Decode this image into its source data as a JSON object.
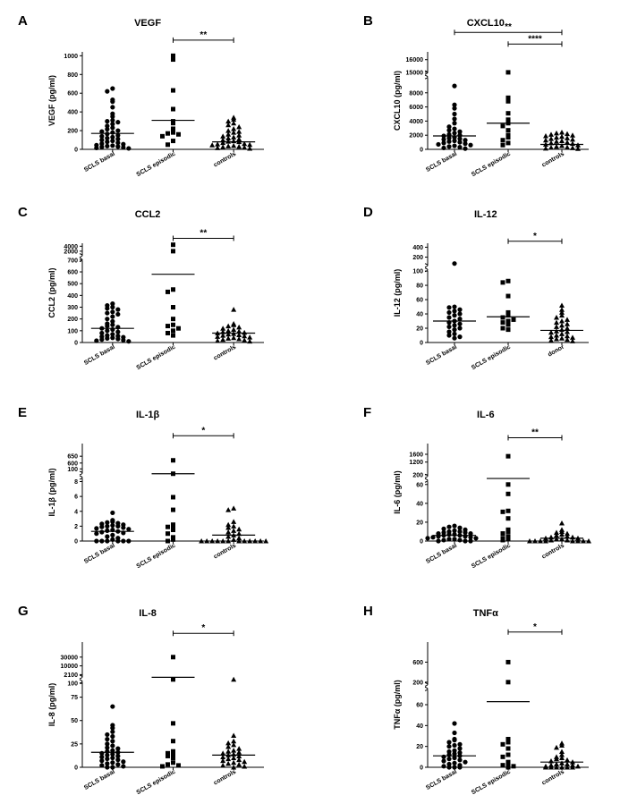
{
  "chart_data": [
    {
      "type": "scatter",
      "letter": "A",
      "title": "VEGF",
      "ylabel": "VEGF (pg/ml)",
      "categories": [
        "SCLS basal",
        "SCLS episodic",
        "controls"
      ],
      "ylim": [
        0,
        1000
      ],
      "yticks": [
        "0",
        "200",
        "400",
        "600",
        "800",
        "1000"
      ],
      "markers": [
        "circle",
        "square",
        "triangle"
      ],
      "means": [
        170,
        310,
        80
      ],
      "points": [
        [
          650,
          620,
          530,
          510,
          450,
          380,
          350,
          310,
          300,
          290,
          270,
          250,
          230,
          215,
          200,
          190,
          180,
          165,
          150,
          140,
          130,
          120,
          110,
          100,
          90,
          80,
          70,
          60,
          55,
          45,
          40,
          35,
          30,
          25,
          20,
          15,
          10
        ],
        [
          1000,
          960,
          630,
          430,
          300,
          280,
          220,
          180,
          170,
          160,
          140,
          90,
          50
        ],
        [
          340,
          320,
          300,
          280,
          260,
          240,
          220,
          200,
          190,
          180,
          160,
          150,
          140,
          130,
          120,
          110,
          100,
          90,
          85,
          80,
          70,
          60,
          55,
          50,
          45,
          40,
          35,
          30,
          25,
          20,
          15,
          10
        ]
      ],
      "significance": [
        {
          "from": 1,
          "to": 2,
          "label": "**"
        }
      ]
    },
    {
      "type": "scatter",
      "letter": "B",
      "title": "CXCL10",
      "ylabel": "CXCL10 (pg/ml)",
      "categories": [
        "SCLS basal",
        "SCLS episodic",
        "controls"
      ],
      "ylim": [
        0,
        16000
      ],
      "yticks": [
        "0",
        "2000",
        "4000",
        "6000",
        "8000",
        "15000",
        "16000"
      ],
      "markers": [
        "circle",
        "square",
        "triangle"
      ],
      "means": [
        1900,
        3700,
        700
      ],
      "points": [
        [
          8500,
          6300,
          5800,
          5000,
          4300,
          3700,
          3200,
          2900,
          2700,
          2500,
          2300,
          2100,
          2000,
          1900,
          1700,
          1600,
          1500,
          1400,
          1300,
          1200,
          1100,
          1000,
          900,
          800,
          700,
          600,
          500,
          400,
          300,
          200,
          100
        ],
        [
          15000,
          7300,
          6800,
          5100,
          4200,
          3700,
          3300,
          2700,
          2000,
          1700,
          1300,
          900,
          600
        ],
        [
          2400,
          2300,
          2200,
          2100,
          2000,
          1900,
          1800,
          1700,
          1600,
          1500,
          1400,
          1300,
          1200,
          1100,
          1000,
          900,
          800,
          700,
          600,
          500,
          400,
          300,
          250,
          200,
          150,
          100
        ]
      ],
      "significance": [
        {
          "from": 0,
          "to": 2,
          "label": "**"
        },
        {
          "from": 1,
          "to": 2,
          "label": "****"
        }
      ]
    },
    {
      "type": "scatter",
      "letter": "C",
      "title": "CCL2",
      "ylabel": "CCL2 (pg/ml)",
      "categories": [
        "SCLS basal",
        "SCLS episodic",
        "controls"
      ],
      "ylim": [
        0,
        4000
      ],
      "yticks": [
        "0",
        "100",
        "200",
        "300",
        "400",
        "500",
        "600",
        "700",
        "2000",
        "4000"
      ],
      "markers": [
        "circle",
        "square",
        "triangle"
      ],
      "means": [
        120,
        580,
        80
      ],
      "points": [
        [
          330,
          315,
          300,
          290,
          280,
          260,
          250,
          240,
          220,
          200,
          180,
          160,
          150,
          140,
          130,
          120,
          110,
          100,
          90,
          80,
          70,
          60,
          55,
          50,
          45,
          40,
          35,
          30,
          25,
          20,
          15,
          10
        ],
        [
          4500,
          2000,
          450,
          430,
          300,
          200,
          150,
          140,
          120,
          100,
          80,
          60
        ],
        [
          280,
          160,
          150,
          140,
          130,
          120,
          110,
          100,
          95,
          90,
          85,
          80,
          75,
          70,
          65,
          60,
          55,
          50,
          45,
          40,
          35,
          30,
          25,
          20,
          15,
          10
        ]
      ],
      "significance": [
        {
          "from": 1,
          "to": 2,
          "label": "**"
        }
      ]
    },
    {
      "type": "scatter",
      "letter": "D",
      "title": "IL-12",
      "ylabel": "IL-12 (pg/ml)",
      "categories": [
        "SCLS basal",
        "SCLS episodic",
        "donor"
      ],
      "ylim": [
        0,
        400
      ],
      "yticks": [
        "0",
        "20",
        "40",
        "60",
        "80",
        "100",
        "200",
        "400"
      ],
      "markers": [
        "circle",
        "square",
        "triangle"
      ],
      "means": [
        30,
        36,
        17
      ],
      "points": [
        [
          150,
          50,
          49,
          46,
          44,
          42,
          40,
          38,
          35,
          33,
          30,
          28,
          26,
          24,
          22,
          20,
          18,
          15,
          12,
          10,
          8,
          6
        ],
        [
          86,
          84,
          65,
          42,
          38,
          35,
          32,
          30,
          28,
          25,
          20,
          18
        ],
        [
          52,
          46,
          42,
          38,
          35,
          32,
          30,
          28,
          26,
          24,
          22,
          20,
          18,
          16,
          15,
          14,
          12,
          10,
          9,
          8,
          7,
          6,
          5,
          4,
          3,
          2
        ]
      ],
      "significance": [
        {
          "from": 1,
          "to": 2,
          "label": "*"
        }
      ]
    },
    {
      "type": "scatter",
      "letter": "E",
      "title": "IL-1β",
      "ylabel": "IL-1β (pg/ml)",
      "categories": [
        "SCLS basal",
        "SCLS episodic",
        "controls"
      ],
      "ylim": [
        0,
        650
      ],
      "yticks": [
        "0",
        "2",
        "4",
        "6",
        "8",
        "100",
        "600",
        "650"
      ],
      "markers": [
        "circle",
        "square",
        "triangle"
      ],
      "means": [
        1.3,
        9.5,
        0.8
      ],
      "points": [
        [
          3.8,
          2.8,
          2.6,
          2.5,
          2.4,
          2.3,
          2.2,
          2.1,
          2.0,
          2.0,
          1.9,
          1.8,
          1.7,
          1.6,
          1.5,
          1.4,
          1.3,
          1.2,
          1.1,
          1.0,
          0.8,
          0.6,
          0.4,
          0.2,
          0,
          0,
          0,
          0,
          0,
          0
        ],
        [
          620,
          10,
          5.9,
          4.2,
          2.2,
          2.0,
          1.9,
          1.5,
          1.0,
          0.5,
          0.2,
          0
        ],
        [
          4.4,
          4.2,
          2.6,
          2.2,
          2.0,
          1.8,
          1.6,
          1.4,
          1.2,
          1.0,
          0.8,
          0.6,
          0.4,
          0.2,
          0,
          0,
          0,
          0,
          0,
          0,
          0,
          0,
          0,
          0,
          0,
          0
        ]
      ],
      "significance": [
        {
          "from": 1,
          "to": 2,
          "label": "*"
        }
      ]
    },
    {
      "type": "scatter",
      "letter": "F",
      "title": "IL-6",
      "ylabel": "IL-6 (pg/ml)",
      "categories": [
        "SCLS basal",
        "SCLS episodic",
        "controls"
      ],
      "ylim": [
        0,
        1600
      ],
      "yticks": [
        "0",
        "20",
        "40",
        "60",
        "200",
        "1200",
        "1600"
      ],
      "markers": [
        "circle",
        "square",
        "triangle"
      ],
      "means": [
        6,
        100,
        3
      ],
      "points": [
        [
          16,
          15,
          14,
          13,
          12,
          11,
          10,
          10,
          9,
          9,
          8,
          8,
          7,
          7,
          6,
          6,
          5,
          5,
          4,
          4,
          3,
          3,
          2,
          2,
          1,
          1,
          0,
          0,
          0
        ],
        [
          1500,
          60,
          50,
          32,
          31,
          24,
          12,
          10,
          8,
          5,
          3,
          2,
          1
        ],
        [
          19,
          12,
          10,
          9,
          8,
          7,
          6,
          5,
          4,
          4,
          3,
          3,
          2,
          2,
          1,
          1,
          0,
          0,
          0,
          0,
          0,
          0,
          0,
          0
        ]
      ],
      "significance": [
        {
          "from": 1,
          "to": 2,
          "label": "**"
        }
      ]
    },
    {
      "type": "scatter",
      "letter": "G",
      "title": "IL-8",
      "ylabel": "IL-8 (pg/ml)",
      "categories": [
        "SCLS basal",
        "SCLS episodic",
        "controls"
      ],
      "ylim": [
        0,
        30000
      ],
      "yticks": [
        "0",
        "25",
        "50",
        "75",
        "100",
        "2100",
        "10000",
        "30000"
      ],
      "markers": [
        "circle",
        "square",
        "triangle"
      ],
      "means": [
        16,
        1500,
        13
      ],
      "points": [
        [
          65,
          45,
          42,
          38,
          35,
          33,
          30,
          28,
          25,
          23,
          21,
          20,
          18,
          17,
          16,
          15,
          14,
          13,
          12,
          11,
          10,
          9,
          8,
          7,
          6,
          5,
          4,
          3,
          2,
          1,
          0,
          0
        ],
        [
          30000,
          1000,
          47,
          28,
          17,
          15,
          13,
          12,
          10,
          5,
          3,
          2,
          1
        ],
        [
          1000,
          34,
          28,
          26,
          24,
          22,
          20,
          18,
          17,
          16,
          15,
          14,
          13,
          12,
          11,
          10,
          9,
          8,
          7,
          6,
          5,
          4,
          3,
          2,
          1,
          0
        ]
      ],
      "significance": [
        {
          "from": 1,
          "to": 2,
          "label": "*"
        }
      ]
    },
    {
      "type": "scatter",
      "letter": "H",
      "title": "TNFα",
      "ylabel": "TNFα (pg/ml)",
      "categories": [
        "SCLS basal",
        "SCLS episodic",
        "controls"
      ],
      "ylim": [
        0,
        600
      ],
      "yticks": [
        "0",
        "20",
        "40",
        "60",
        "200",
        "600"
      ],
      "markers": [
        "circle",
        "square",
        "triangle"
      ],
      "means": [
        11,
        62,
        5
      ],
      "points": [
        [
          42,
          33,
          27,
          26,
          24,
          22,
          21,
          20,
          18,
          16,
          15,
          14,
          13,
          12,
          11,
          10,
          9,
          8,
          7,
          6,
          5,
          4,
          3,
          2,
          1,
          0,
          0,
          0
        ],
        [
          600,
          200,
          27,
          24,
          22,
          18,
          12,
          10,
          5,
          3,
          2,
          1,
          0
        ],
        [
          23,
          21,
          19,
          15,
          12,
          10,
          9,
          8,
          7,
          6,
          5,
          4,
          3,
          3,
          2,
          2,
          1,
          1,
          0,
          0,
          0,
          0,
          0,
          0
        ]
      ],
      "significance": [
        {
          "from": 1,
          "to": 2,
          "label": "*"
        }
      ]
    }
  ]
}
